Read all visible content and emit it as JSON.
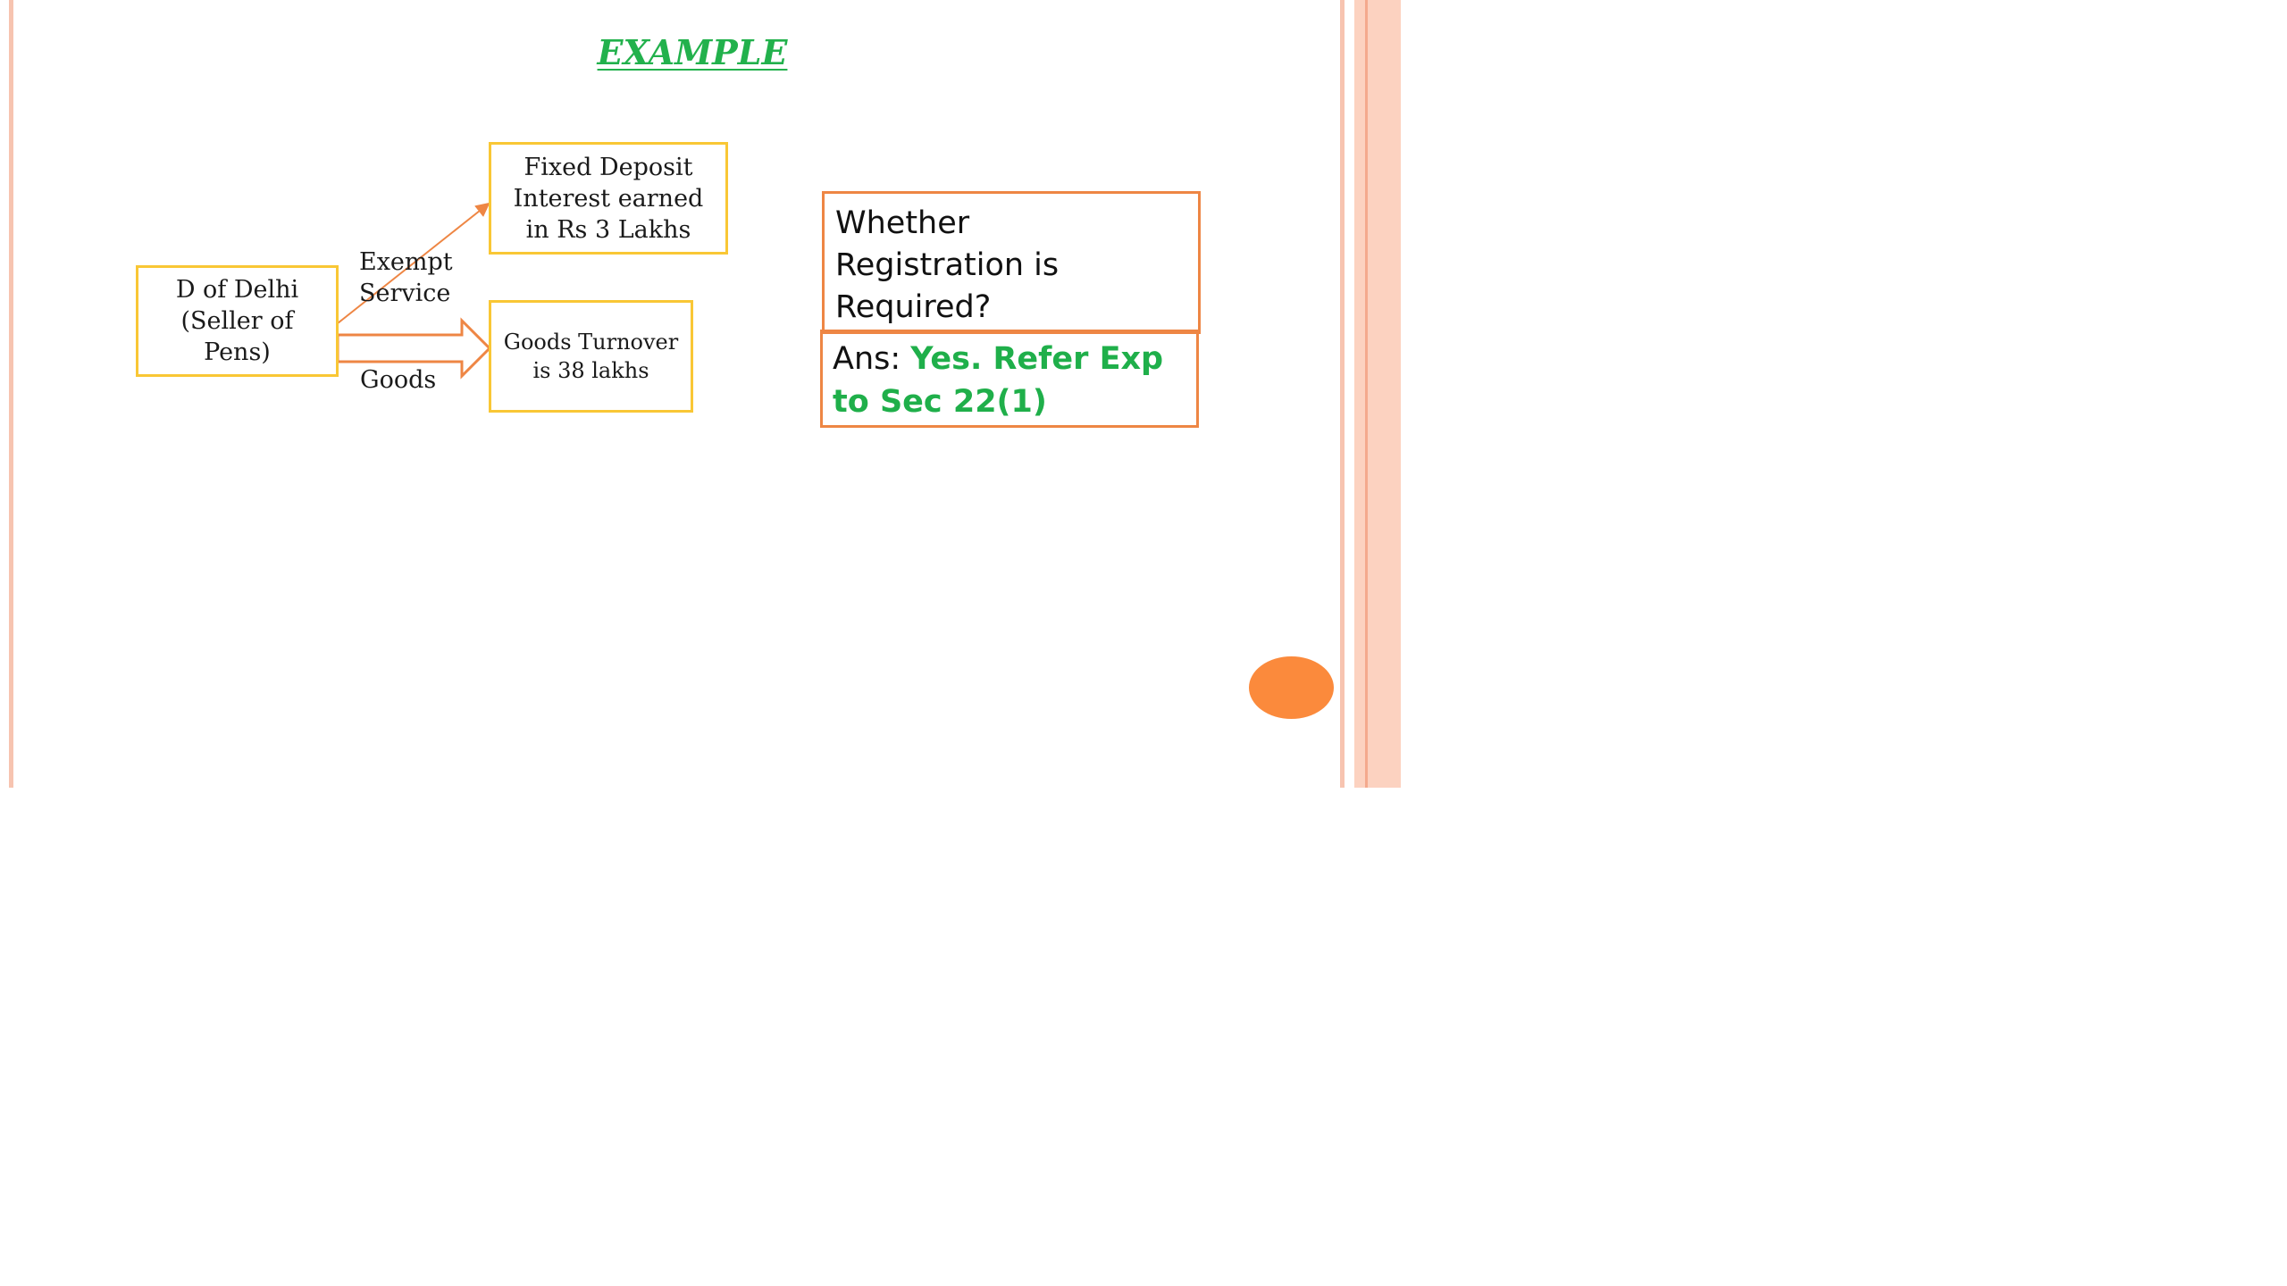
{
  "slide": {
    "title": "EXAMPLE",
    "colors": {
      "title": "#22b14c",
      "box_border_yellow": "#f9c735",
      "arrow_orange": "#ee8644",
      "answer_green": "#1faf4a",
      "stripe_pink": "#f7c4b0",
      "circle_orange": "#fb8a3c"
    }
  },
  "diagram": {
    "seller_box": "D of Delhi\n(Seller of\nPens)",
    "fd_box": "Fixed Deposit\nInterest earned\nin Rs 3 Lakhs",
    "goods_box": "Goods Turnover\nis 38 lakhs",
    "exempt_label": "Exempt\nService",
    "goods_label": "Goods"
  },
  "question": {
    "text": "Whether\nRegistration is\nRequired?"
  },
  "answer": {
    "prefix": "Ans: ",
    "text": "Yes. Refer Exp to Sec 22(1)"
  }
}
